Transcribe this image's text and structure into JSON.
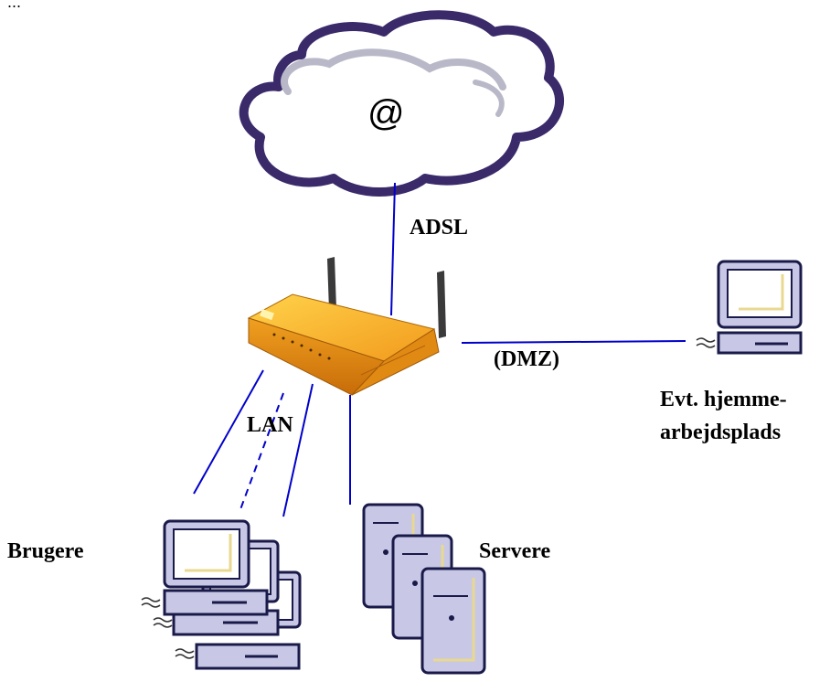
{
  "top_fragment": "...",
  "cloud_symbol": "@",
  "labels": {
    "adsl": "ADSL",
    "dmz": "(DMZ)",
    "lan": "LAN",
    "brugere": "Brugere",
    "servere": "Servere",
    "home_line1": "Evt. hjemme-",
    "home_line2": "arbejdsplads"
  },
  "colors": {
    "line": "#0000cc",
    "device_body": "#c8c8e6",
    "device_outline": "#1a1a4a",
    "screen": "#ffffff",
    "screen_accent": "#e8d890",
    "router_body": "#f2a224",
    "cloud_outline": "#3a2a6a"
  },
  "icons": [
    "cloud-icon",
    "router-icon",
    "user-computer-icon",
    "server-icon",
    "home-computer-icon"
  ]
}
